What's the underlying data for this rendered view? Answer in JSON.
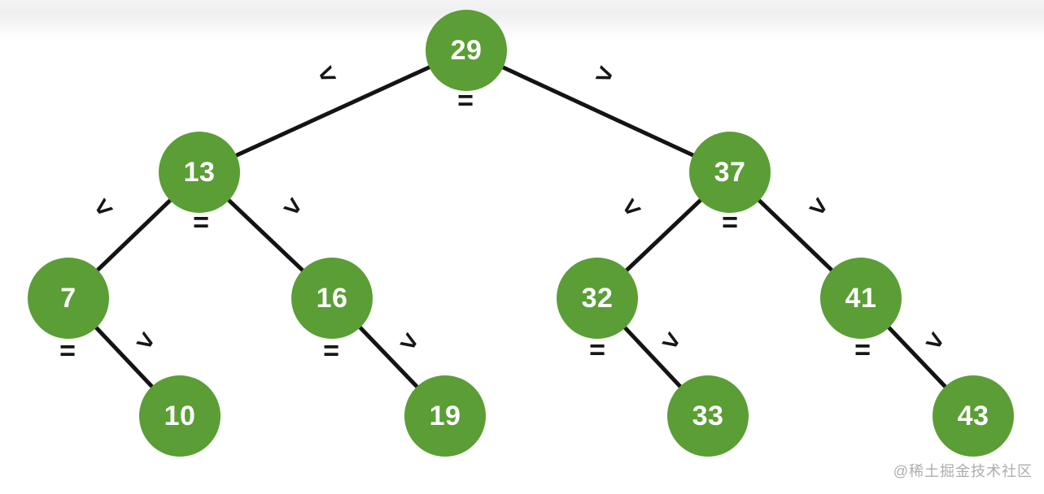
{
  "page": {
    "background_color": "#ffffff",
    "top_gradient_color": "#efefef"
  },
  "tree": {
    "node_fill_color": "#5a9e35",
    "node_text_color": "#ffffff",
    "edge_color": "#141414",
    "label_color": "#161616",
    "nodes": [
      {
        "role": "root",
        "value": "29"
      },
      {
        "role": "left-child",
        "value": "13"
      },
      {
        "role": "right-child",
        "value": "37"
      },
      {
        "role": "left-left",
        "value": "7"
      },
      {
        "role": "left-right",
        "value": "16"
      },
      {
        "role": "right-left",
        "value": "32"
      },
      {
        "role": "right-right",
        "value": "41"
      },
      {
        "role": "leaf-under-7",
        "value": "10"
      },
      {
        "role": "leaf-under-16",
        "value": "19"
      },
      {
        "role": "leaf-under-32",
        "value": "33"
      },
      {
        "role": "leaf-under-43",
        "value": "43"
      }
    ],
    "edge_labels": [
      {
        "text": "<"
      },
      {
        "text": ">"
      },
      {
        "text": "="
      },
      {
        "text": "<"
      },
      {
        "text": ">"
      },
      {
        "text": "="
      },
      {
        "text": "<"
      },
      {
        "text": ">"
      },
      {
        "text": "="
      },
      {
        "text": "="
      },
      {
        "text": ">"
      },
      {
        "text": "="
      },
      {
        "text": ">"
      },
      {
        "text": "="
      },
      {
        "text": ">"
      },
      {
        "text": "="
      },
      {
        "text": ">"
      }
    ]
  },
  "watermark": {
    "text": "@稀土掘金技术社区",
    "color": "#adadad"
  }
}
